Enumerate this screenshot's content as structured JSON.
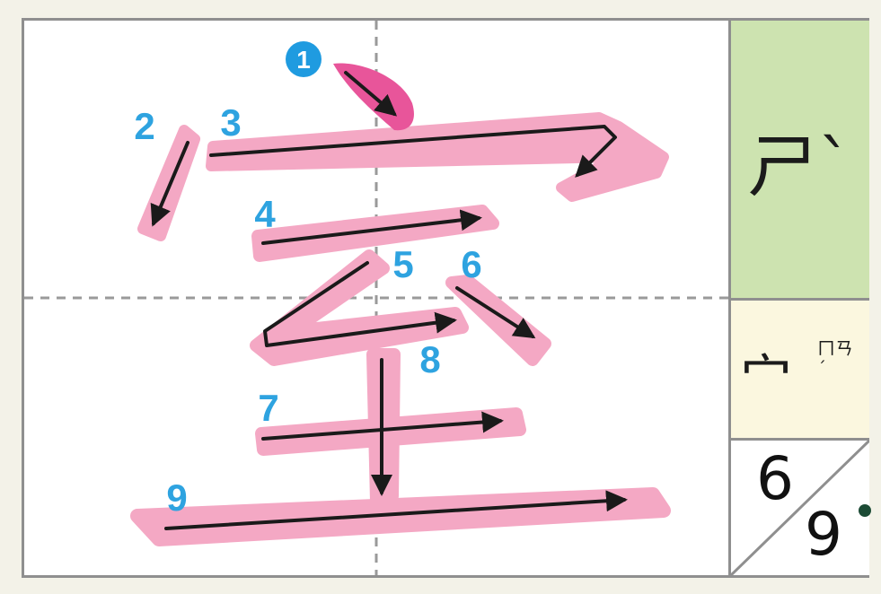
{
  "stroke_numbers": [
    "1",
    "2",
    "3",
    "4",
    "5",
    "6",
    "7",
    "8",
    "9"
  ],
  "pronunciation": "ㄕ`",
  "radical": {
    "char": "宀",
    "sub_label": "ㄇㄢˊ"
  },
  "stroke_count": {
    "current": "6",
    "total": "9"
  },
  "colors": {
    "stroke_fill": "#f4a8c4",
    "first_stroke_fill": "#e8559a",
    "number_color": "#2ea3e0",
    "badge_color": "#1f9be0",
    "pron_bg": "#cde3b0",
    "radical_bg": "#fbf7df"
  }
}
